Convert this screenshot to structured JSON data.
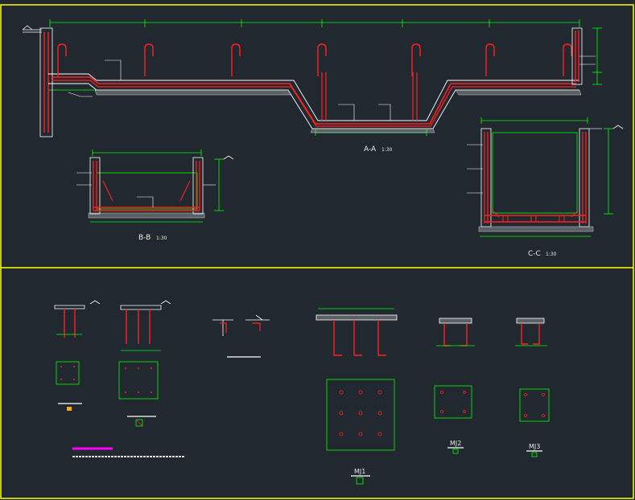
{
  "drawing": {
    "background": "#212830",
    "colors": {
      "frame": "#ffff00",
      "dimension": "#00ff00",
      "rebar": "#ff2020",
      "outline": "#ffffff",
      "leader": "#ffffff",
      "note": "#ff00ff",
      "hatch": "#c8c8c8"
    },
    "sections": [
      {
        "id": "section-a",
        "title": "A-A",
        "scale": "1:30"
      },
      {
        "id": "section-b",
        "title": "B-B",
        "scale": "1:30"
      },
      {
        "id": "section-c",
        "title": "C-C",
        "scale": "1:30"
      }
    ],
    "embedded_parts": [
      {
        "id": "mj1",
        "label": "MJ1"
      },
      {
        "id": "mj2",
        "label": "MJ2"
      },
      {
        "id": "mj3",
        "label": "MJ3"
      }
    ],
    "icons": [
      "section-marker-icon",
      "elevation-marker-icon",
      "part-tag-icon"
    ]
  }
}
